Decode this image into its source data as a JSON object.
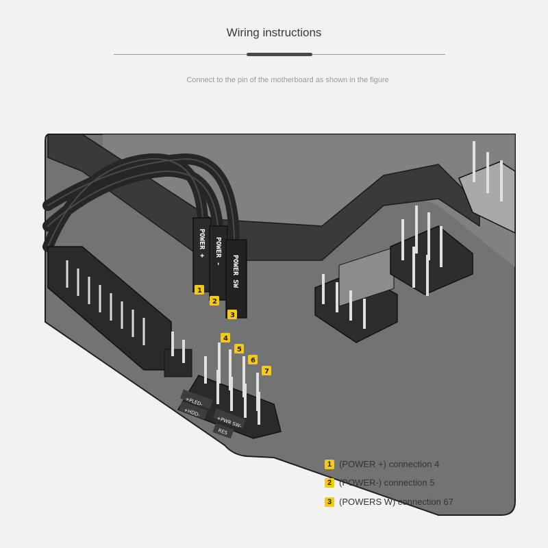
{
  "header": {
    "title": "Wiring instructions",
    "subtitle": "Connect to the pin of the motherboard as shown in the figure"
  },
  "diagram": {
    "cable_labels": [
      "POWER +",
      "POWER -",
      "POWER SW"
    ],
    "markers": [
      "1",
      "2",
      "3",
      "4",
      "5",
      "6",
      "7"
    ],
    "header_labels": [
      "+PLED-",
      "+HDD-",
      "+PWR SW-",
      "RES"
    ]
  },
  "legend": [
    {
      "num": "1",
      "text": "(POWER +) connection 4"
    },
    {
      "num": "2",
      "text": "(POWER-) connection 5"
    },
    {
      "num": "3",
      "text": "(POWERS W) connection 67"
    }
  ],
  "colors": {
    "board": "#6e6e6e",
    "plastic": "#2b2b2b",
    "marker": "#f5c918",
    "background": "#f2f2f2"
  }
}
